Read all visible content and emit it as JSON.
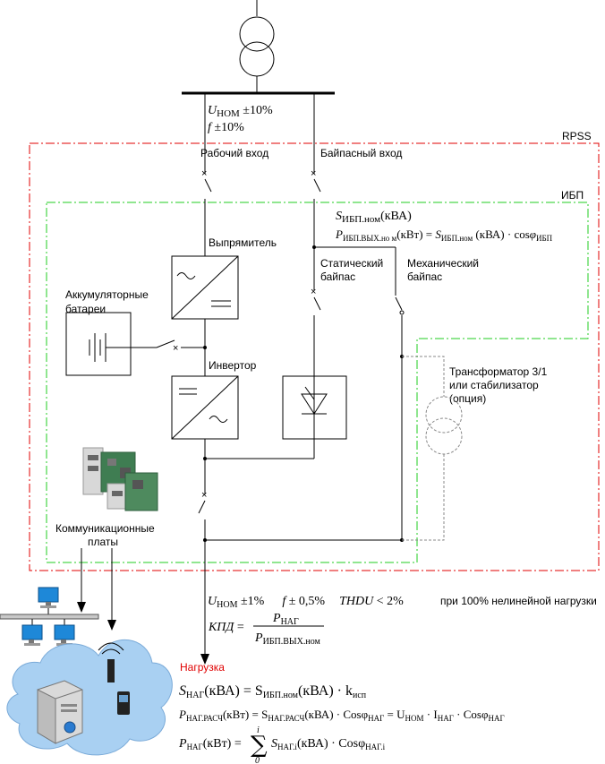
{
  "supply": {
    "line1": "U",
    "line1_sub": "НОМ",
    "line1_tol": " ±10%",
    "line2": "f",
    "line2_tol": " ±10%"
  },
  "labels": {
    "rpss": "RPSS",
    "ups": "ИБП",
    "main_input": "Рабочий вход",
    "bypass_input": "Байпасный вход",
    "rectifier": "Выпрямитель",
    "inverter": "Инвертор",
    "battery_1": "Аккумуляторные",
    "battery_2": "батареи",
    "static_bypass_1": "Статический",
    "static_bypass_2": "байпас",
    "mech_bypass_1": "Механический",
    "mech_bypass_2": "байпас",
    "transformer_1": "Трансформатор 3/1",
    "transformer_2": "или стабилизатор",
    "transformer_3": "(опция)",
    "comm_1": "Коммуникационные",
    "comm_2": "платы",
    "load": "Нагрузка"
  },
  "formulas": {
    "ups_rating": "S",
    "ups_rating_sub": "ИБП.ном",
    "ups_rating_unit": "(кВА)",
    "ups_power_lhs": "P",
    "ups_power_lhs_sub": "ИБП.ВЫХ.но м",
    "ups_power_unit": "(кВт) = ",
    "ups_power_rhs": "S",
    "ups_power_rhs_sub": "ИБП.ном",
    "ups_power_rhs_tail": " (кВА) · cos",
    "ups_power_phi": "φ",
    "ups_power_phi_sub": "ИБП",
    "out_u": "U",
    "out_u_sub": "НОМ",
    "out_u_tol": " ±1%",
    "out_f": "f",
    "out_f_tol": " ± 0,5%",
    "out_thd": "THDU",
    "out_thd_tol": " < 2%",
    "out_note": "при 100% нелинейной нагрузки",
    "eff_lhs": "КПД",
    "eff_eq": " = ",
    "eff_num": "P",
    "eff_num_sub": "НАГ",
    "eff_den": "P",
    "eff_den_sub": "ИБП.ВЫХ.ном",
    "load1": "S",
    "load1_sub": "НАГ",
    "load1_mid": "(кВА) = S",
    "load1_mid_sub": "ИБП.ном",
    "load1_tail": "(кВА) · k",
    "load1_k_sub": "исп",
    "load2": "P",
    "load2_sub": "НАГ.РАСЧ",
    "load2_mid": "(кВт) = S",
    "load2_mid_sub": "НАГ.РАСЧ",
    "load2_tail": "(кВА) · Cosφ",
    "load2_tail_sub": "НАГ",
    "load2_eq": " = U",
    "load2_eq_sub": "НОМ",
    "load2_i": " · I",
    "load2_i_sub": "НАГ",
    "load2_cos": " · Cosφ",
    "load2_cos_sub": "НАГ",
    "load3": "P",
    "load3_sub": "НАГ",
    "load3_mid": "(кВт) = ",
    "load3_sum_top": "i",
    "load3_sum_bot": "0",
    "load3_s": "S",
    "load3_s_sub": "НАГ.i",
    "load3_tail": "(кВА) · Cosφ",
    "load3_tail_sub": "НАГ.i"
  },
  "colors": {
    "rpss_border": "#e00000",
    "ups_border": "#22cc22",
    "load_label": "#e00000",
    "cloud": "#a9d0f2",
    "monitor": "#1e88d8"
  },
  "icons": [
    "transformer-icon",
    "switch-icon",
    "rectifier-icon",
    "inverter-icon",
    "battery-icon",
    "thyristor-icon",
    "circuit-board-icon",
    "monitor-icon",
    "network-bus-icon",
    "cloud-icon",
    "server-icon",
    "antenna-icon",
    "mobile-phone-icon"
  ]
}
